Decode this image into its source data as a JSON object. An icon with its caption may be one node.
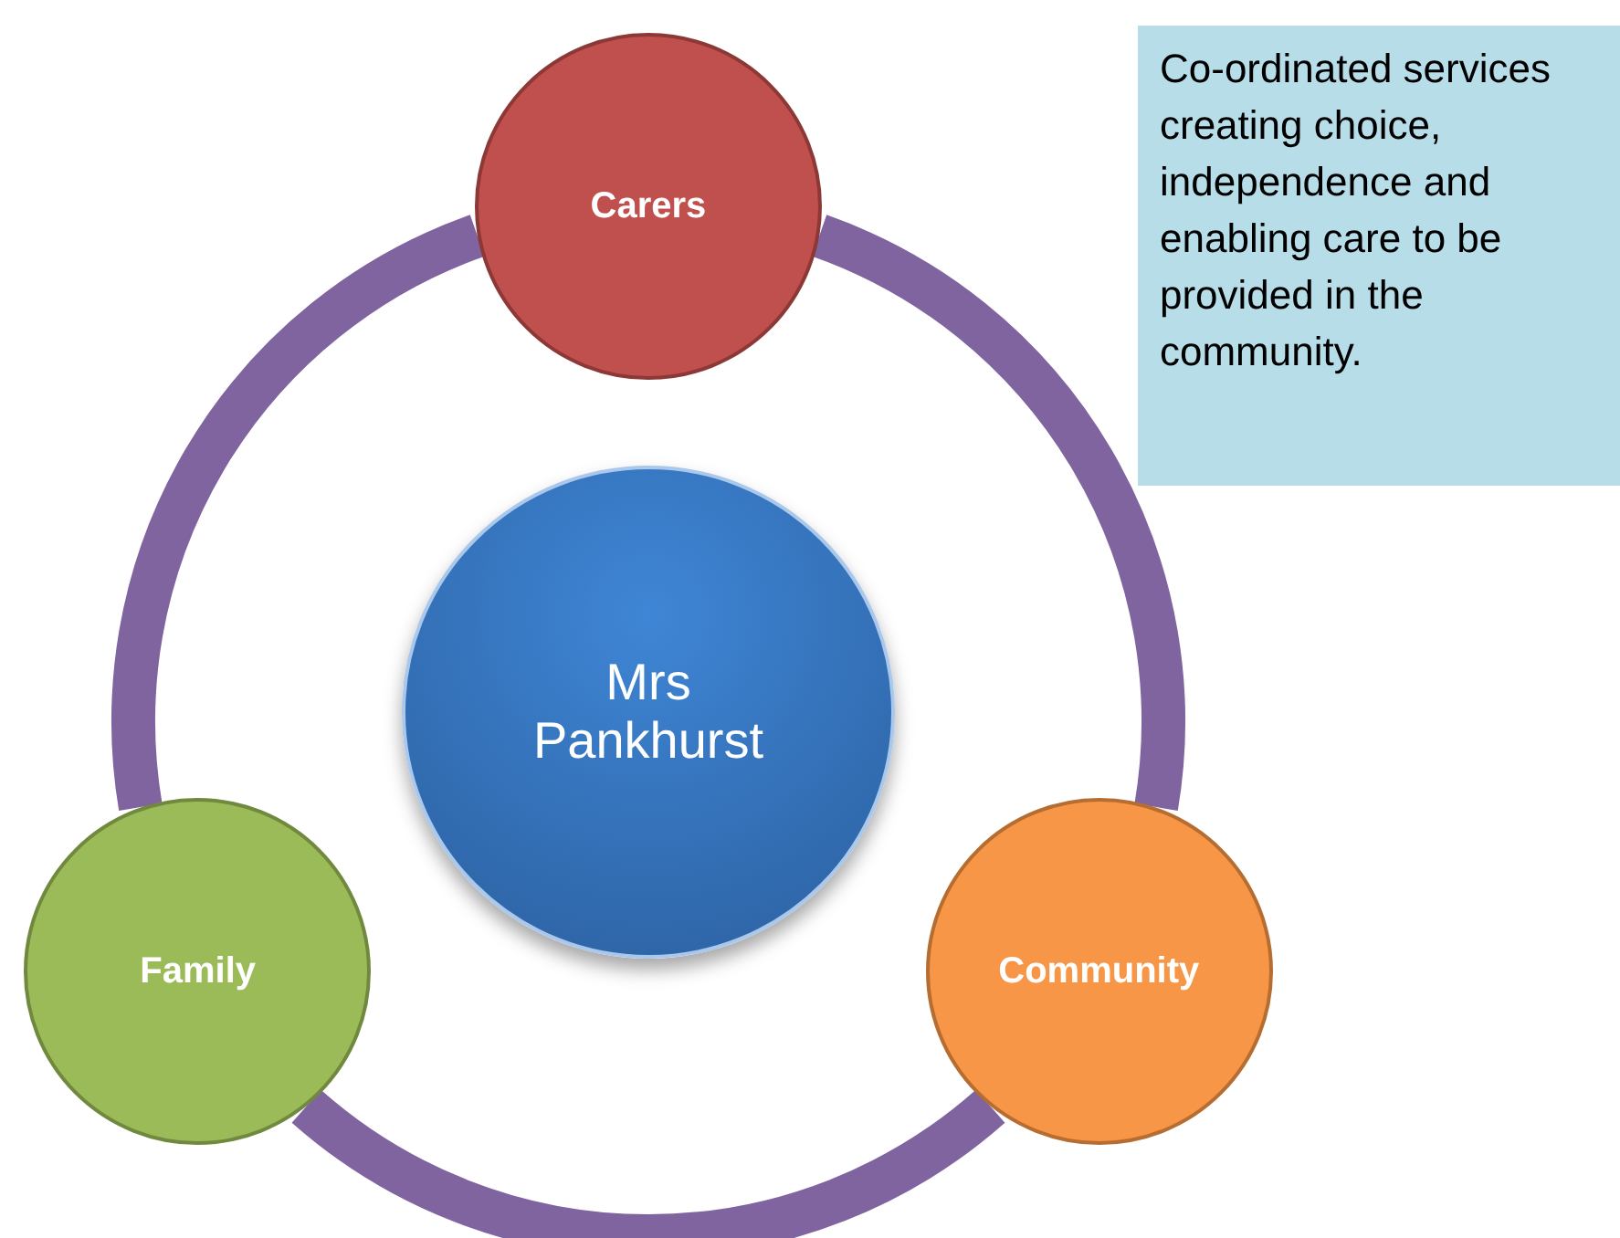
{
  "diagram": {
    "nodes": [
      {
        "text": [
          "Carers"
        ]
      },
      {
        "text": [
          "Mrs Pankhurst"
        ]
      },
      {
        "text": [
          "Family"
        ]
      },
      {
        "text": [
          "Community"
        ]
      },
      {
        "text": [
          "Co-ordinated services creating choice, independence and enabling care to be provided in the community."
        ]
      }
    ],
    "edges": [
      {
        "from": 0,
        "to": 3,
        "arrow": "none"
      },
      {
        "from": 3,
        "to": 2,
        "arrow": "none"
      },
      {
        "from": 2,
        "to": 0,
        "arrow": "none"
      }
    ]
  }
}
